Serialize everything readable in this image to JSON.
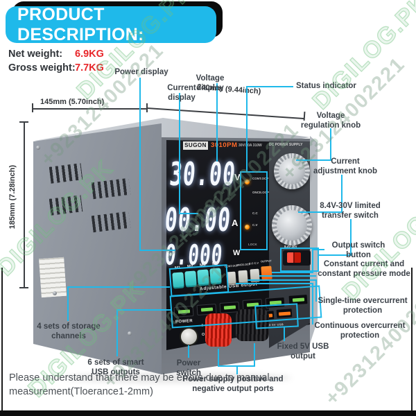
{
  "banner": {
    "title": "PRODUCT DESCRIPTION:"
  },
  "weights": {
    "net_label": "Net weight:",
    "net_value": "6.9KG",
    "gross_label": "Gross weight:",
    "gross_value": "7.7KG"
  },
  "dimensions": {
    "front_width": "145mm (5.70inch)",
    "side_width": "240mm (9.44inch)",
    "height": "185mm (7.28inch)"
  },
  "callouts": {
    "power_display": "Power display",
    "current_display": "Current display",
    "voltage_display": "Voltage display",
    "status_indicator": "Status indicator",
    "voltage_knob": "Voltage regulation knob",
    "current_knob": "Current adjustment knob",
    "transfer_switch": "8.4V-30V limited transfer switch",
    "output_button": "Output switch button",
    "cc_cv_mode": "Constant current and constant pressure mode",
    "single_ocp": "Single-time overcurrent protection",
    "continuous_ocp": "Continuous overcurrent protection",
    "fixed_usb": "Fixed 5V USB output",
    "output_ports": "Power supply positive and negative output ports",
    "power_switch": "Power switch",
    "smart_usb": "6 sets of smart USB outputs",
    "storage_channels": "4 sets of storage channels"
  },
  "device": {
    "brand": "SUGON",
    "model": "3010PM",
    "specs": "30V/10A 310W",
    "type": "DC POWER SUPPLY",
    "display": {
      "voltage": "30.00",
      "voltage_unit": "V",
      "current": "00.00",
      "current_unit": "A",
      "power": "0.000",
      "power_unit": "W"
    },
    "indicators": [
      "CONT.OCP",
      "ONCE.OCP",
      "C.C",
      "C.V"
    ],
    "lock_label": "LOCK",
    "memory_buttons": [
      "M1",
      "M2",
      "M3",
      "M4"
    ],
    "function_buttons": [
      "CONT.OCP",
      "ONCE.OCP",
      "C.C C.V",
      "OUTPUT"
    ],
    "usb_row_label": "Adjustable USB output",
    "fixed_usb_label": "FIXED 5V USB",
    "power_label": "POWER",
    "power_on": "I",
    "power_off": "O",
    "switch_range": "8.4V-30V"
  },
  "note": "Please understand that there may be errors due to manual measurement(Tloerance1-2mm)",
  "watermarks": {
    "brand": "DIGILOG.PK",
    "phone": "+923124002221"
  },
  "colors": {
    "accent": "#1FB9EA",
    "value_red": "#E8262A",
    "led_orange": "#FF8A00",
    "usb_green": "#7ED957",
    "usb_orange": "#FF7A1A",
    "memory_button": "#43D6D2"
  }
}
